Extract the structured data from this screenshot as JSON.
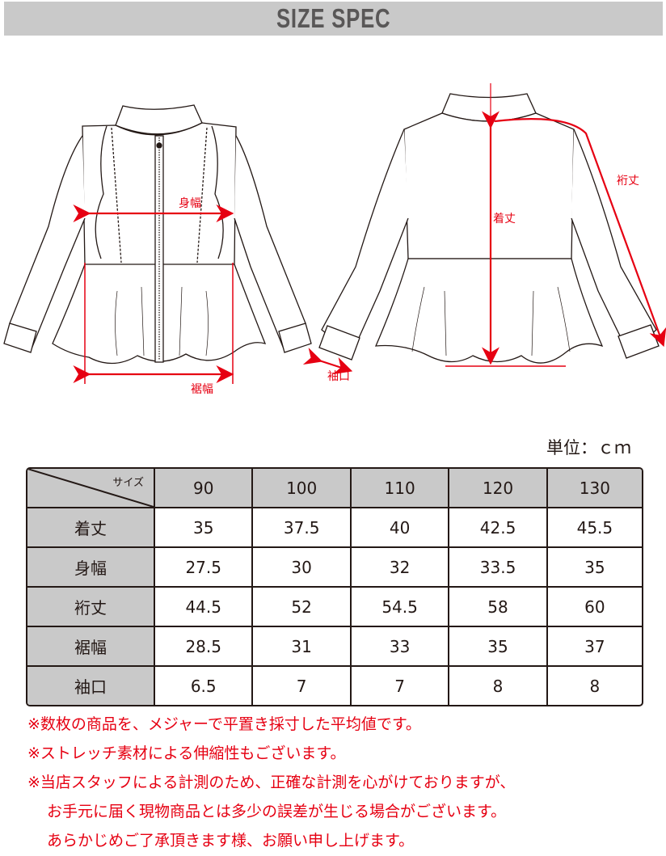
{
  "header": {
    "title": "SIZE SPEC"
  },
  "illustration": {
    "front_view": {
      "labels": {
        "body_width": "身幅",
        "hem_width": "裾幅"
      }
    },
    "back_view": {
      "labels": {
        "length": "着丈",
        "sleeve_length": "裄丈",
        "cuff": "袖口"
      }
    },
    "accent_color": "#e60012"
  },
  "unit_label": "単位：ｃｍ",
  "size_table": {
    "corner_label": "サイズ",
    "columns": [
      "90",
      "100",
      "110",
      "120",
      "130"
    ],
    "rows": [
      {
        "label": "着丈",
        "values": [
          "35",
          "37.5",
          "40",
          "42.5",
          "45.5"
        ]
      },
      {
        "label": "身幅",
        "values": [
          "27.5",
          "30",
          "32",
          "33.5",
          "35"
        ]
      },
      {
        "label": "裄丈",
        "values": [
          "44.5",
          "52",
          "54.5",
          "58",
          "60"
        ]
      },
      {
        "label": "裾幅",
        "values": [
          "28.5",
          "31",
          "33",
          "35",
          "37"
        ]
      },
      {
        "label": "袖口",
        "values": [
          "6.5",
          "7",
          "7",
          "8",
          "8"
        ]
      }
    ],
    "header_bg": "#c9c9c9"
  },
  "notes": [
    "※数枚の商品を、メジャーで平置き採寸した平均値です。",
    "※ストレッチ素材による伸縮性もございます。",
    "※当店スタッフによる計測のため、正確な計測を心がけておりますが、",
    "お手元に届く現物商品とは多少の誤差が生じる場合がございます。",
    "あらかじめご了承頂きます様、お願い申し上げます。"
  ]
}
